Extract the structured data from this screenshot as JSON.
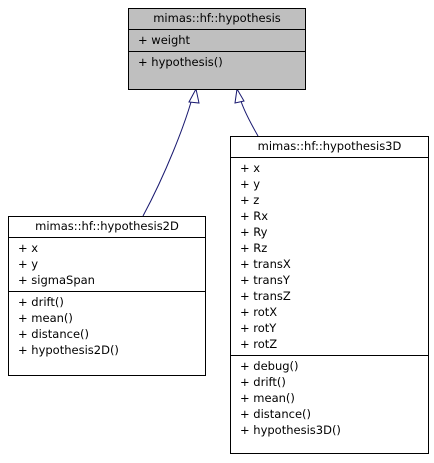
{
  "diagram": {
    "classes": {
      "base": {
        "name": "mimas::hf::hypothesis",
        "attributes": [
          "+ weight"
        ],
        "methods": [
          "+ hypothesis()"
        ]
      },
      "h2d": {
        "name": "mimas::hf::hypothesis2D",
        "attributes": [
          "+ x",
          "+ y",
          "+ sigmaSpan"
        ],
        "methods": [
          "+ drift()",
          "+ mean()",
          "+ distance()",
          "+ hypothesis2D()"
        ]
      },
      "h3d": {
        "name": "mimas::hf::hypothesis3D",
        "attributes": [
          "+ x",
          "+ y",
          "+ z",
          "+ Rx",
          "+ Ry",
          "+ Rz",
          "+ transX",
          "+ transY",
          "+ transZ",
          "+ rotX",
          "+ rotY",
          "+ rotZ"
        ],
        "methods": [
          "+ debug()",
          "+ drift()",
          "+ mean()",
          "+ distance()",
          "+ hypothesis3D()"
        ]
      }
    },
    "colors": {
      "header_fill": "#bfbfbf",
      "link": "#191970"
    }
  }
}
